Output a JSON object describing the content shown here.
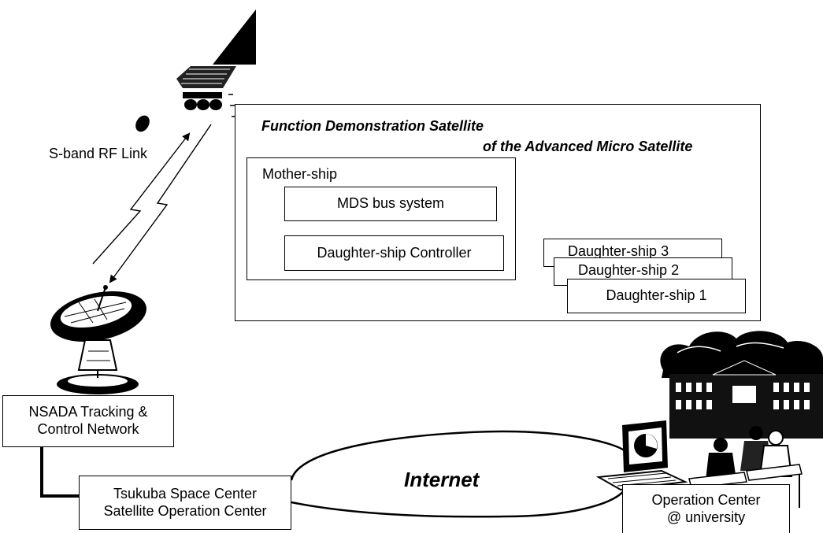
{
  "satellite": {
    "title_line1": "Function Demonstration Satellite",
    "title_line2": "of the Advanced Micro Satellite",
    "mother_ship": {
      "label": "Mother-ship",
      "bus_system": "MDS bus system",
      "controller": "Daughter-ship Controller"
    },
    "daughter_ships": [
      "Daughter-ship 3",
      "Daughter-ship 2",
      "Daughter-ship 1"
    ]
  },
  "rf_link": "S-band RF Link",
  "ground": {
    "tracking_line1": "NSADA Tracking &",
    "tracking_line2": "Control Network",
    "tsukuba_line1": "Tsukuba Space Center",
    "tsukuba_line2": "Satellite Operation Center",
    "internet": "Internet",
    "ops_line1": "Operation Center",
    "ops_line2": "@ university"
  }
}
